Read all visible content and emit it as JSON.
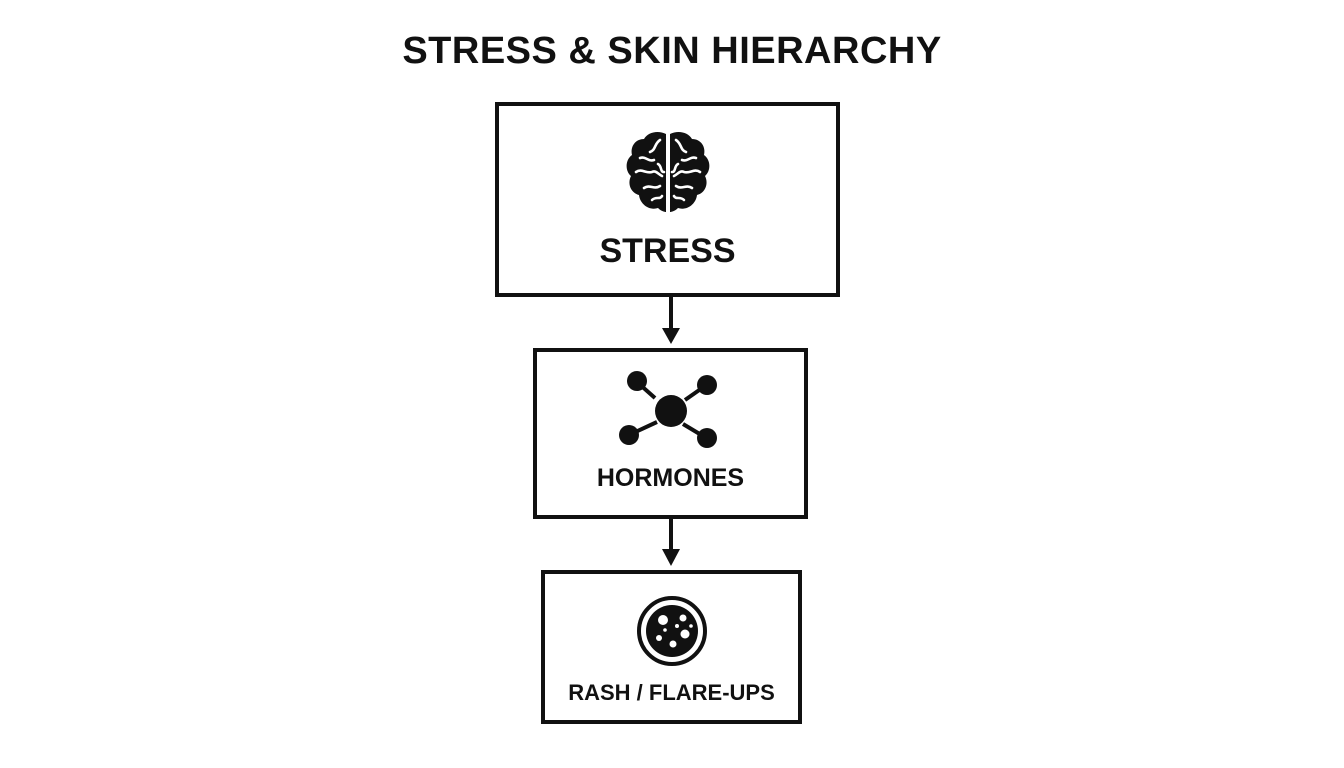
{
  "diagram": {
    "title": "STRESS & SKIN HIERARCHY",
    "nodes": [
      {
        "id": "stress",
        "label": "STRESS",
        "icon": "brain-icon"
      },
      {
        "id": "hormones",
        "label": "HORMONES",
        "icon": "molecule-icon"
      },
      {
        "id": "rash",
        "label": "RASH / FLARE-UPS",
        "icon": "skin-cell-icon"
      }
    ],
    "edges": [
      {
        "from": "stress",
        "to": "hormones"
      },
      {
        "from": "hormones",
        "to": "rash"
      }
    ],
    "colors": {
      "stroke": "#111111",
      "background": "#ffffff"
    }
  }
}
